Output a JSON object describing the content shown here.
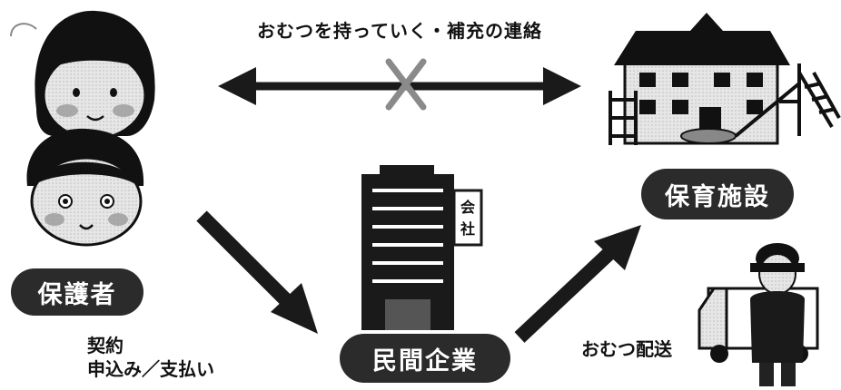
{
  "top_caption": "おむつを持っていく・補充の連絡",
  "labels": {
    "parent": "保護者",
    "company": "民間企業",
    "facility": "保育施設",
    "building_sign_1": "会",
    "building_sign_2": "社"
  },
  "notes": {
    "contract_line1": "契約",
    "contract_line2": "申込み／支払い",
    "delivery": "おむつ配送"
  },
  "icons": {
    "parent_child": "parent-and-child-faces",
    "company_building": "office-building",
    "facility_building": "nursery-school-building",
    "courier": "delivery-person-with-truck"
  },
  "colors": {
    "ink": "#1a1a1a",
    "cross": "#8a8a8a",
    "pill_bg": "#2b2b2b"
  }
}
